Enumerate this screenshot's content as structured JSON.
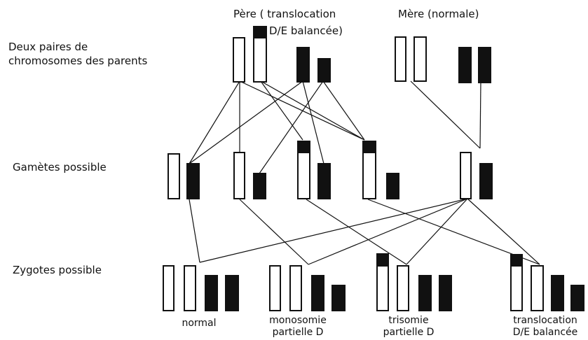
{
  "rows": {
    "parents": "Deux paires de chromosomes des parents",
    "gametes": "Gamètes possible",
    "zygotes": "Zygotes possible"
  },
  "parents": {
    "father_title": "Père ( translocation",
    "father_title_2": "D/E balancée)",
    "mother_title": "Mère (normale)"
  },
  "zygote_labels": [
    {
      "line1": "normal",
      "line2": ""
    },
    {
      "line1": "monosomie",
      "line2": "partielle D"
    },
    {
      "line1": "trisomie",
      "line2": "partielle D"
    },
    {
      "line1": "translocation",
      "line2": "D/E balancée"
    }
  ],
  "colors": {
    "ink": "#111111",
    "paper": "#ffffff"
  }
}
